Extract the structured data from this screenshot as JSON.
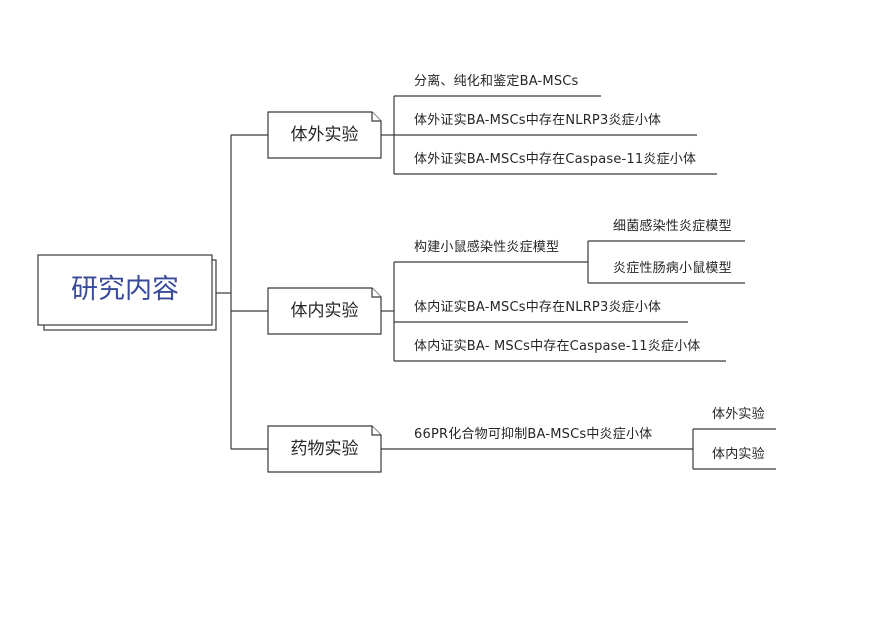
{
  "colors": {
    "line": "#3a3a3a",
    "box_border": "#3a3a3a",
    "root_text": "#3a4a9a",
    "text": "#262626"
  },
  "root": {
    "label": "研究内容"
  },
  "branches": [
    {
      "label": "体外实验",
      "leaves": [
        {
          "label": "分离、纯化和鉴定BA-MSCs"
        },
        {
          "label": "体外证实BA-MSCs中存在NLRP3炎症小体"
        },
        {
          "label": "体外证实BA-MSCs中存在Caspase-11炎症小体"
        }
      ]
    },
    {
      "label": "体内实验",
      "leaves": [
        {
          "label": "构建小鼠感染性炎症模型",
          "children": [
            {
              "label": "细菌感染性炎症模型"
            },
            {
              "label": "炎症性肠病小鼠模型"
            }
          ]
        },
        {
          "label": "体内证实BA-MSCs中存在NLRP3炎症小体"
        },
        {
          "label": "体内证实BA- MSCs中存在Caspase-11炎症小体"
        }
      ]
    },
    {
      "label": "药物实验",
      "leaves": [
        {
          "label": "66PR化合物可抑制BA-MSCs中炎症小体",
          "children": [
            {
              "label": "体外实验"
            },
            {
              "label": "体内实验"
            }
          ]
        }
      ]
    }
  ]
}
